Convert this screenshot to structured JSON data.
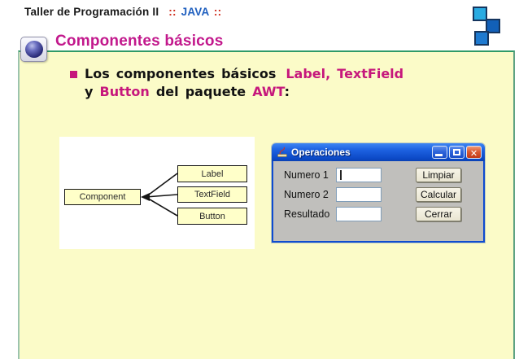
{
  "header": {
    "course": "Taller de Programación II",
    "colon_left": "::",
    "language": "JAVA",
    "colon_right": "::"
  },
  "slide": {
    "title": "Componentes básicos"
  },
  "bullet": {
    "t1": "Los componentes básicos",
    "a1": "Label, TextField",
    "t2": "y ",
    "a2": "Button",
    "t3": " del paquete ",
    "a3": "AWT",
    "t4": ":"
  },
  "diagram": {
    "root": "Component",
    "children": [
      "Label",
      "TextField",
      "Button"
    ]
  },
  "app_window": {
    "title": "Operaciones",
    "controls": {
      "minimize": "minimize-icon",
      "maximize": "maximize-icon",
      "close": "close-icon",
      "close_glyph": "✕"
    },
    "rows": [
      {
        "label": "Numero 1",
        "value": "",
        "button": "Limpiar"
      },
      {
        "label": "Numero 2",
        "value": "",
        "button": "Calcular"
      },
      {
        "label": "Resultado",
        "value": "",
        "button": "Cerrar"
      }
    ]
  },
  "colors": {
    "accent_magenta": "#C6177C",
    "header_red": "#CC2211",
    "java_blue": "#1F5FBF",
    "slide_bg_yellow": "#FBFBC8",
    "box_border_green": "#2F9A68",
    "diagram_box_fill": "#FFFFC9",
    "titlebar_blue": "#1E63E2",
    "close_red": "#C23A16",
    "window_gray": "#C0BFBC",
    "button_beige": "#ECE9D8",
    "logo_cyan": "#29ABE2",
    "logo_dark_blue": "#1260B8",
    "logo_medium_blue": "#1E7AD0"
  }
}
